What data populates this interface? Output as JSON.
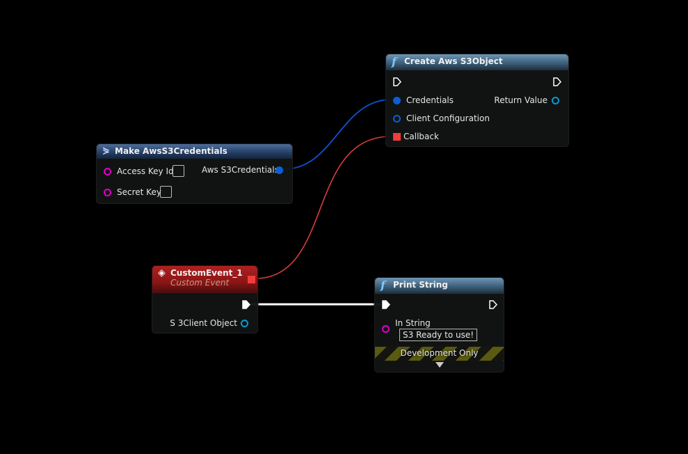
{
  "nodes": {
    "create": {
      "title": "Create Aws S3Object",
      "pins": {
        "credentials": "Credentials",
        "client_config": "Client Configuration",
        "callback": "Callback",
        "return_value": "Return Value"
      }
    },
    "make": {
      "title": "Make AwsS3Credentials",
      "pins": {
        "access_key": "Access Key Id",
        "secret_key": "Secret Key",
        "output": "Aws S3Credentials"
      }
    },
    "event": {
      "title": "CustomEvent_1",
      "subtitle": "Custom Event",
      "pins": {
        "client_object": "S 3Client Object"
      }
    },
    "print": {
      "title": "Print String",
      "pins": {
        "in_string": "In String"
      },
      "in_string_value": "S3 Ready to use!",
      "dev_only": "Development Only"
    }
  },
  "colors": {
    "struct_pin": "#0a5fd6",
    "object_pin": "#0a9ad6",
    "string_pin": "#e000c8",
    "delegate_pin": "#f03c3c",
    "exec": "#ffffff"
  }
}
